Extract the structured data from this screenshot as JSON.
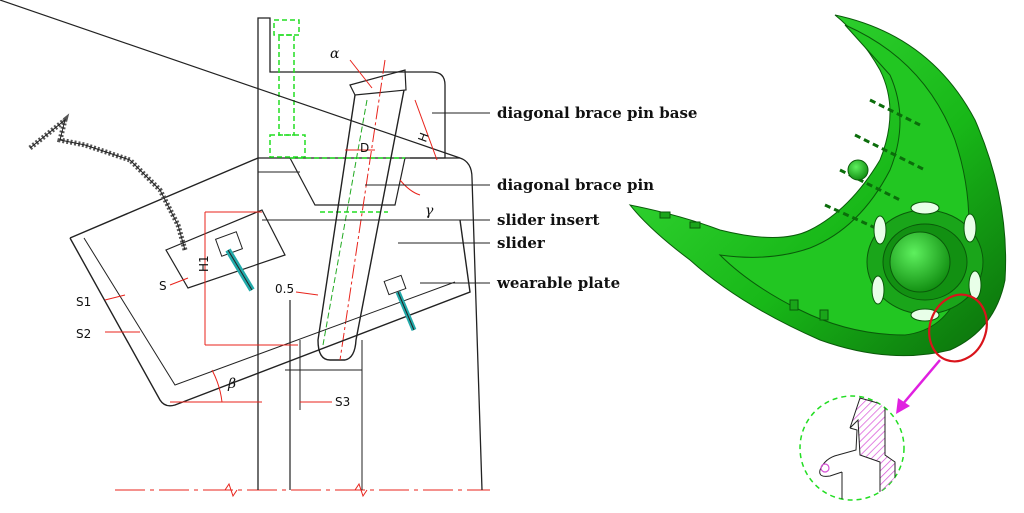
{
  "callouts": {
    "pin_base": "diagonal brace pin base",
    "pin": "diagonal brace pin",
    "insert": "slider insert",
    "slider": "slider",
    "wear_plate": "wearable plate"
  },
  "dimensions": {
    "alpha": "α",
    "gamma": "γ",
    "beta": "β",
    "D": "D",
    "H": "H",
    "H1": "H1",
    "S": "S",
    "S1": "S1",
    "S2": "S2",
    "S3": "S3",
    "gap": "0.5"
  },
  "colors": {
    "line": "#222222",
    "dimension": "#e8231b",
    "hidden_screw": "#22dd22",
    "model": "#1fbf1f",
    "model_dark": "#0e7d0e",
    "highlight_circle": "#d9141b",
    "arrow": "#e020e0",
    "detail_hatch": "#d64fd6"
  }
}
